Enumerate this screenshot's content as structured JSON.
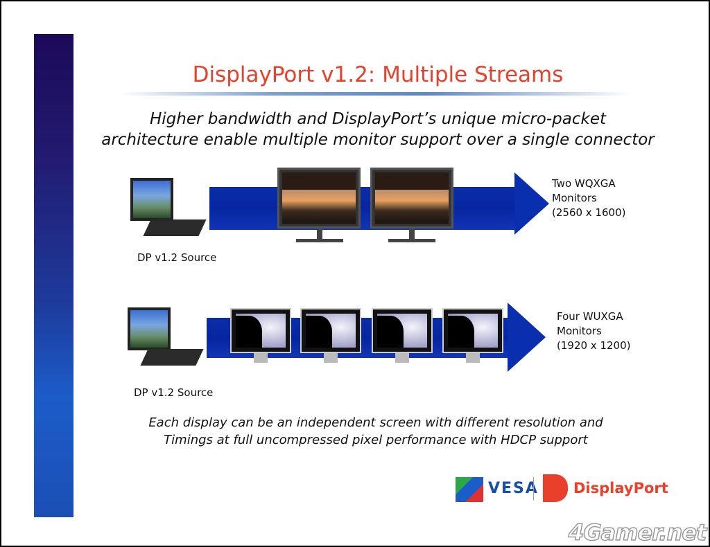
{
  "title": "DisplayPort v1.2: Multiple Streams",
  "subtitle": [
    "Higher bandwidth and DisplayPort’s unique micro-packet",
    "architecture enable multiple monitor support over a single connector"
  ],
  "rows": [
    {
      "source_label": "DP v1.2 Source",
      "target_lines": [
        "Two WQXGA",
        "Monitors",
        "(2560 x 1600)"
      ]
    },
    {
      "source_label": "DP v1.2 Source",
      "target_lines": [
        "Four WUXGA",
        "Monitors",
        "(1920 x 1200)"
      ]
    }
  ],
  "footer": [
    "Each display can be an independent screen with different resolution and",
    "Timings at full uncompressed pixel performance with HDCP support"
  ],
  "logos": {
    "vesa": "VESA",
    "displayport": "DisplayPort"
  },
  "watermark": "4Gamer.net",
  "colors": {
    "title": "#e8402a",
    "arrow": "#0a2fae",
    "sidebar": "#1c0a58"
  }
}
